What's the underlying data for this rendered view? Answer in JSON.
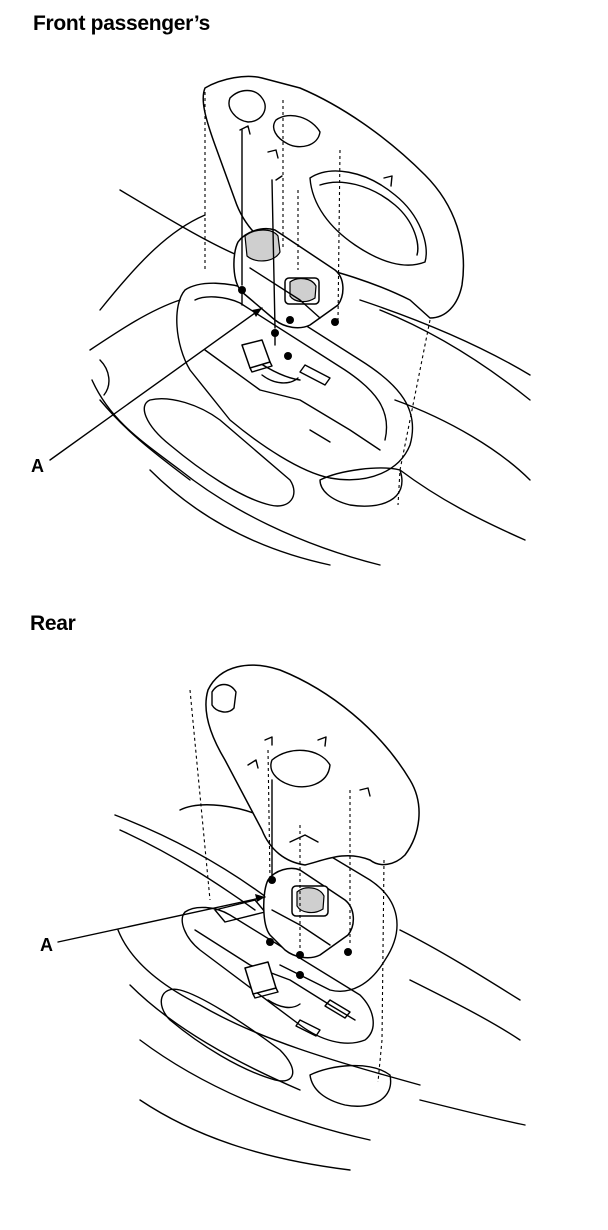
{
  "figure": {
    "front_section": {
      "title": "Front passenger’s",
      "callout": "A"
    },
    "rear_section": {
      "title": "Rear",
      "callout": "A"
    }
  }
}
